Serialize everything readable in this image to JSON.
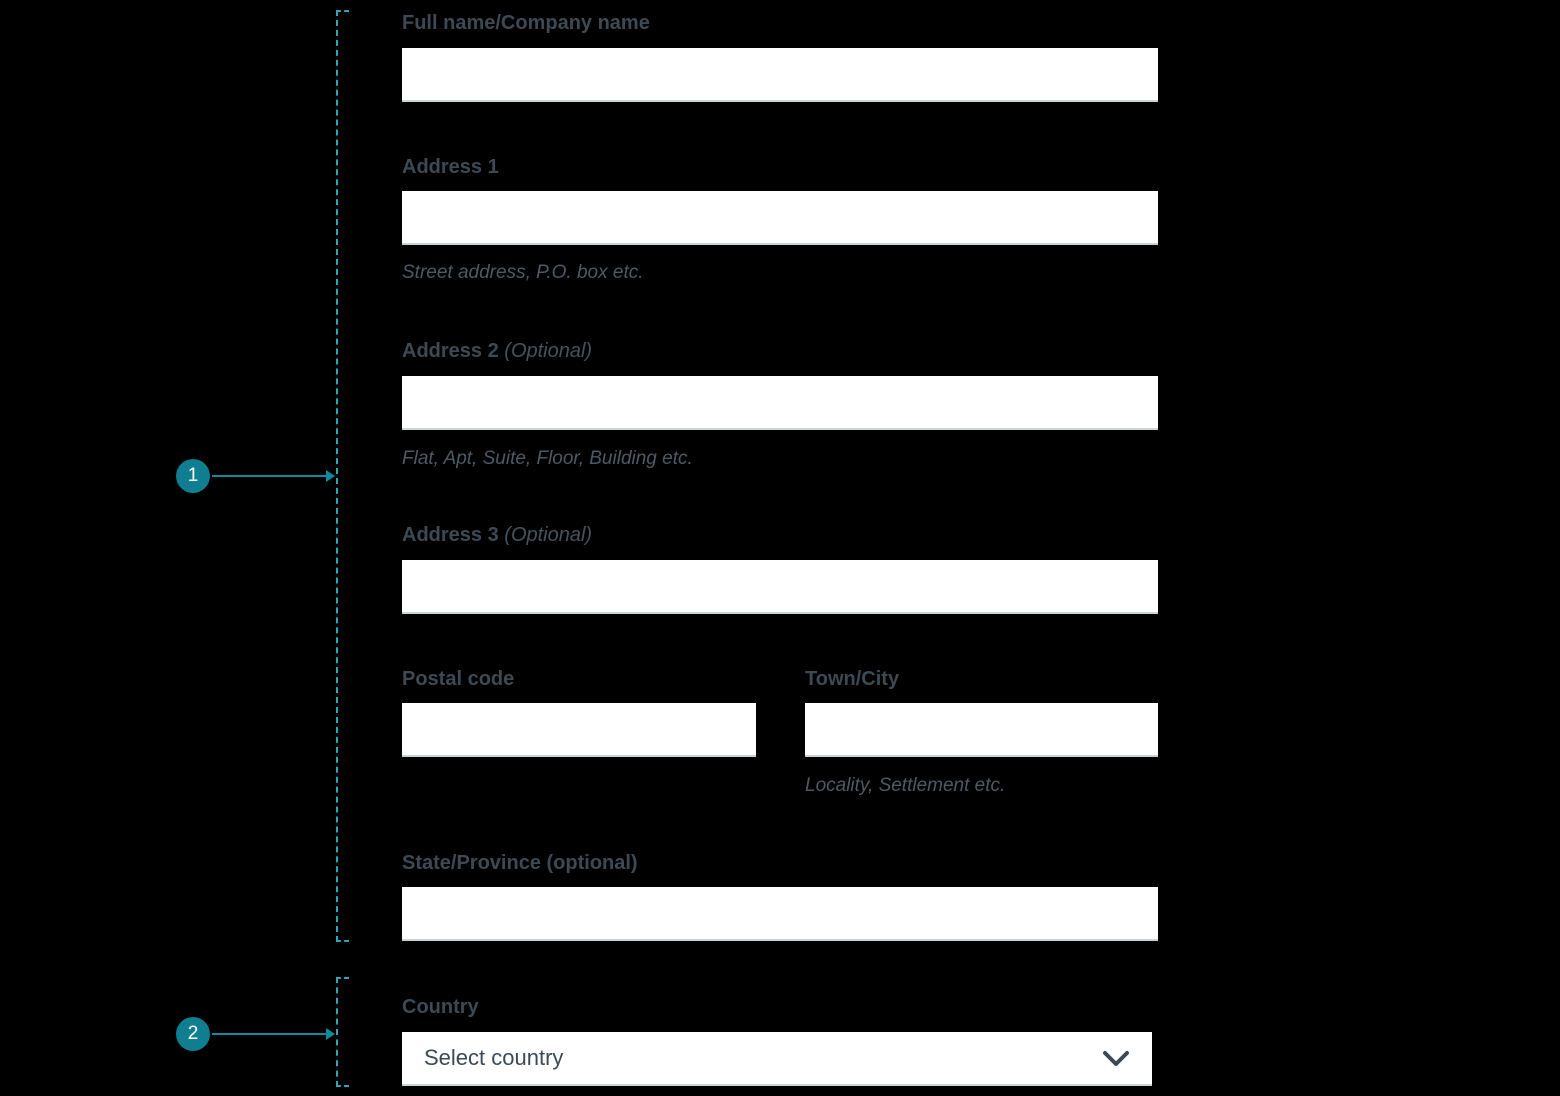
{
  "colors": {
    "accent_teal": "#0f7e91",
    "bracket_teal": "#2fa6ba",
    "label_text": "#3d4a53",
    "background": "#000000",
    "input_background": "#ffffff"
  },
  "annotations": [
    {
      "number": "1"
    },
    {
      "number": "2"
    }
  ],
  "icons": {
    "country_select": "chevron-down-icon"
  },
  "form": {
    "full_name": {
      "label": "Full name/Company name",
      "value": ""
    },
    "address1": {
      "label": "Address 1",
      "value": "",
      "helper": "Street address, P.O. box etc."
    },
    "address2": {
      "label": "Address 2",
      "optional": "(Optional)",
      "value": "",
      "helper": "Flat, Apt, Suite, Floor, Building etc."
    },
    "address3": {
      "label": "Address 3",
      "optional": "(Optional)",
      "value": ""
    },
    "postal_code": {
      "label": "Postal code",
      "value": ""
    },
    "town_city": {
      "label": "Town/City",
      "value": "",
      "helper": "Locality, Settlement etc."
    },
    "state_province": {
      "label": "State/Province (optional)",
      "value": ""
    },
    "country": {
      "label": "Country",
      "placeholder": "Select country"
    }
  }
}
